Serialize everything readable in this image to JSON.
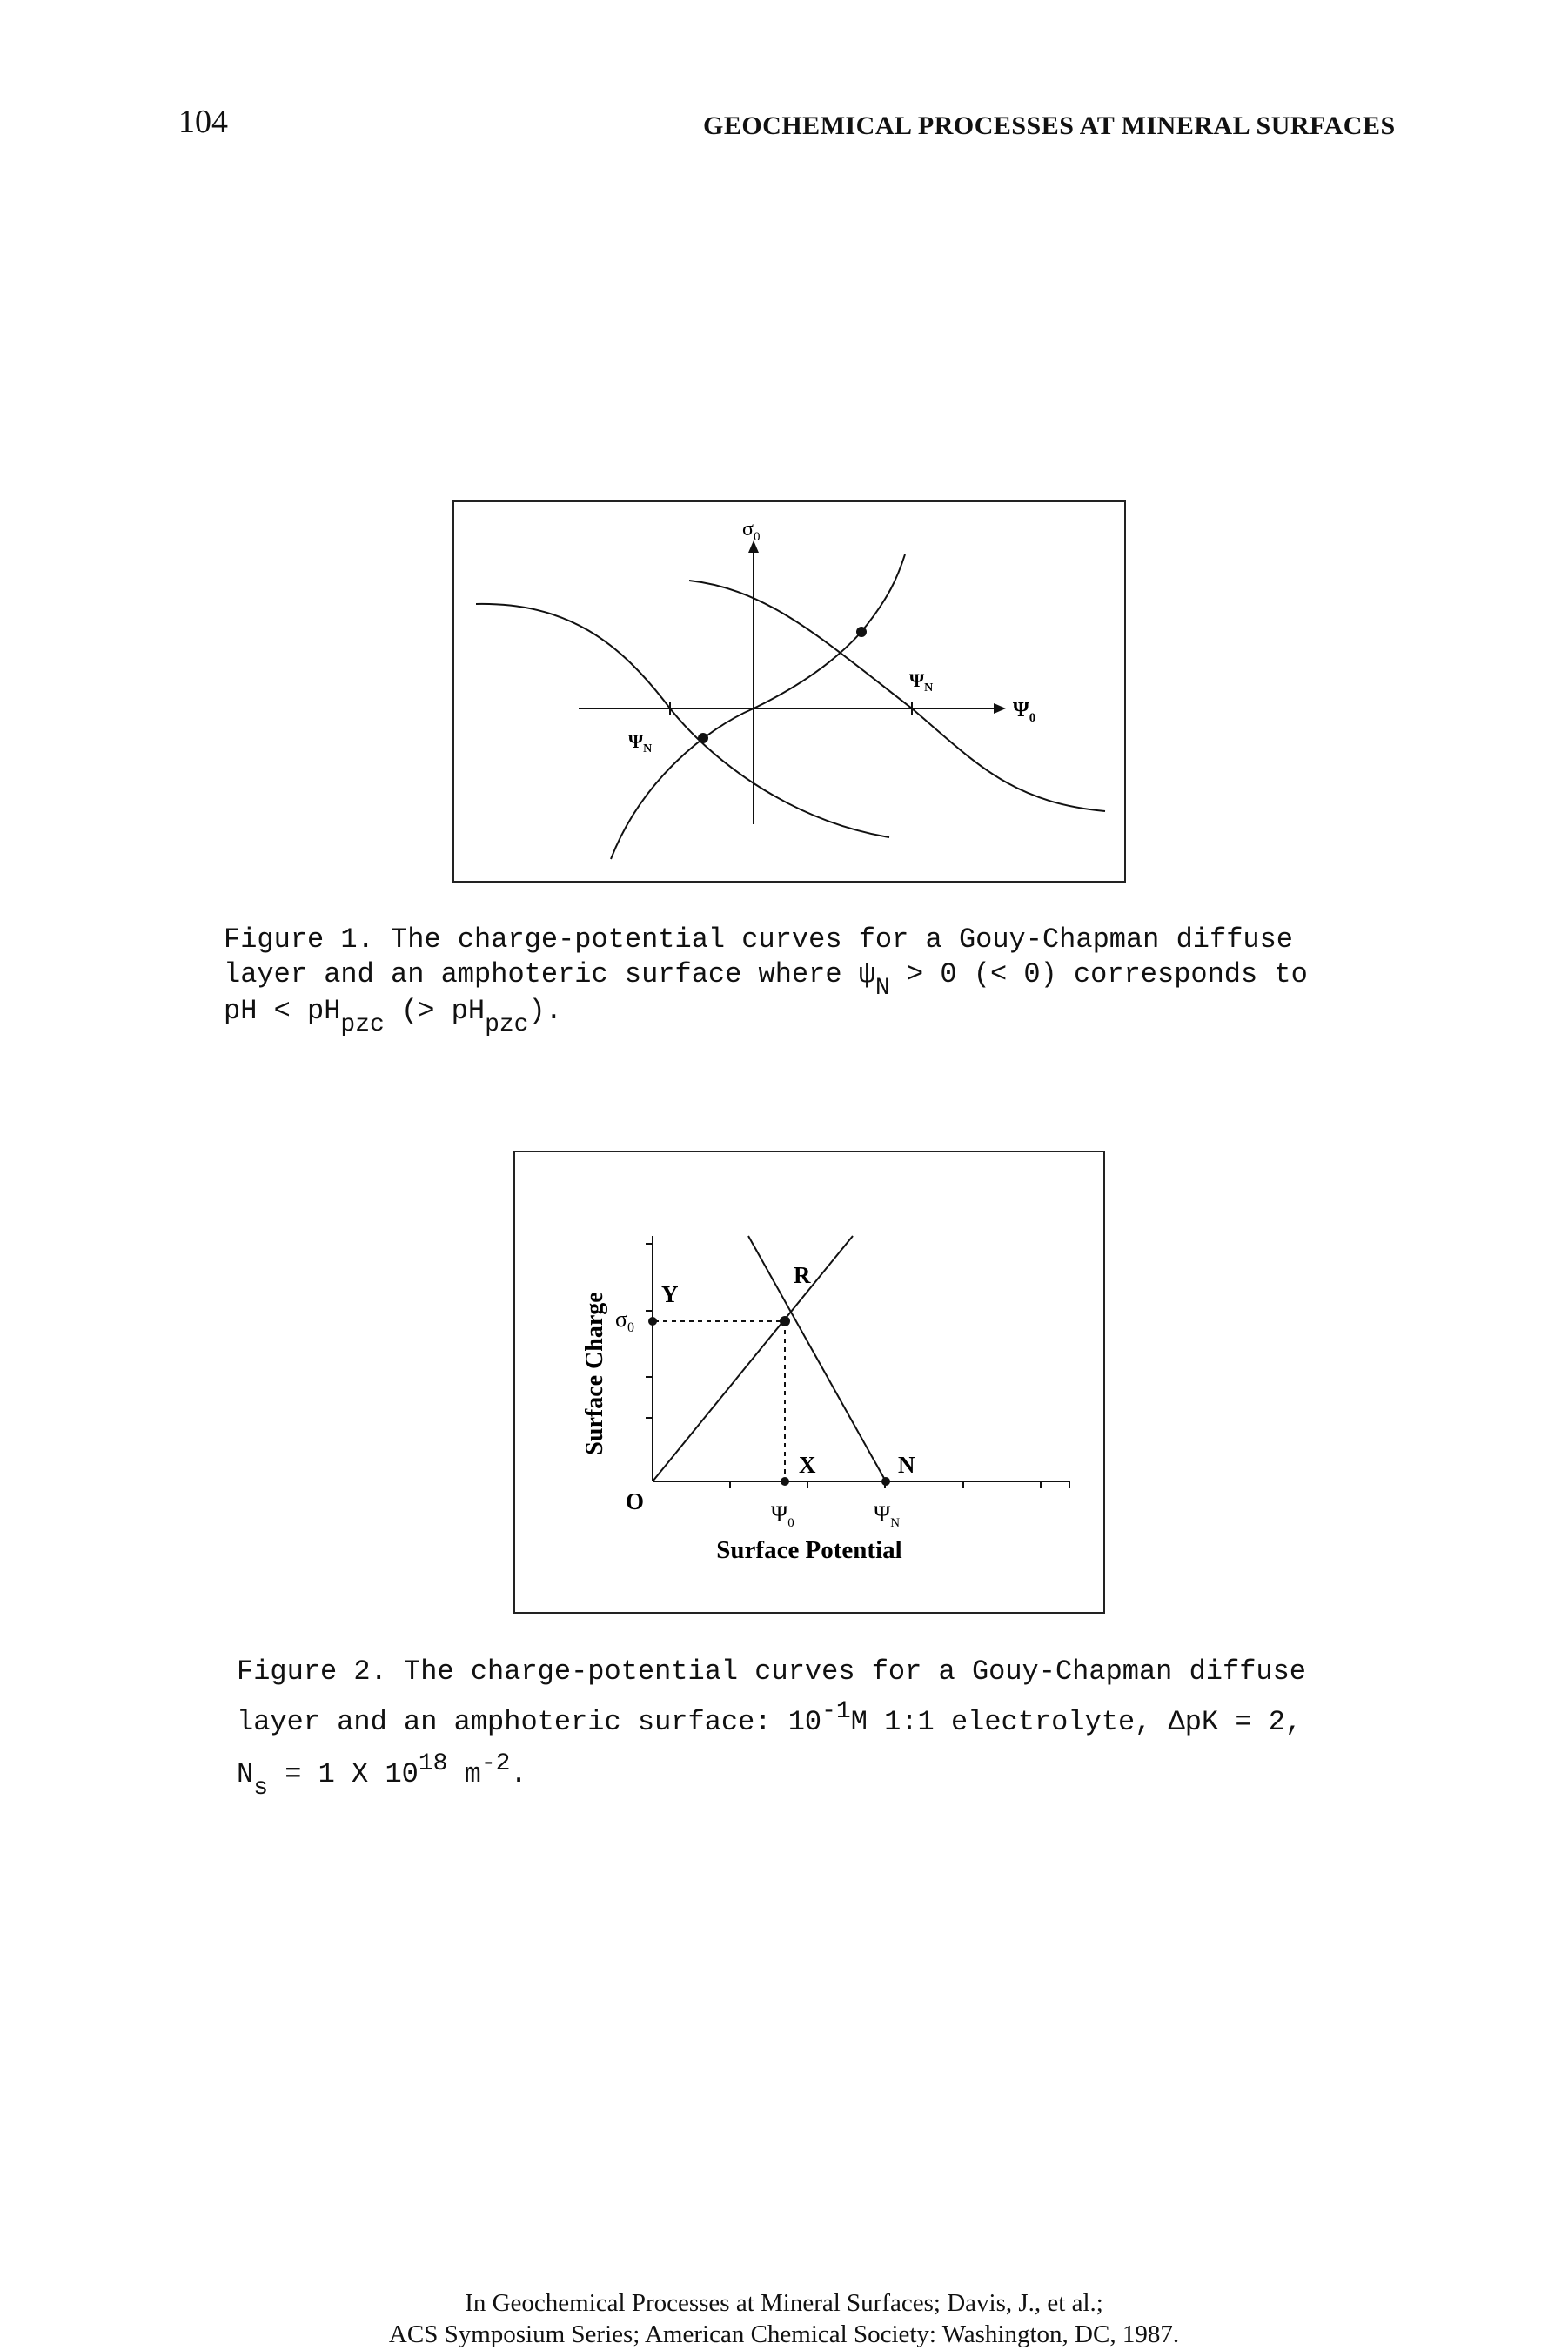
{
  "header": {
    "page_number": "104",
    "running_head": "GEOCHEMICAL PROCESSES AT MINERAL SURFACES"
  },
  "figure1": {
    "y_axis_label": "σ",
    "y_axis_label_sub": "0",
    "x_axis_label": "Ψ",
    "x_axis_label_sub": "0",
    "label_psi_n_right": "Ψ",
    "label_psi_n_right_sub": "N",
    "label_psi_n_left": "Ψ",
    "label_psi_n_left_sub": "N",
    "caption": {
      "line1": "Figure 1. The charge-potential curves for a Gouy-Chapman diffuse",
      "line2_a": "layer and an amphoteric surface where ",
      "line2_psi": "ψ",
      "line2_psi_sub": "N",
      "line2_b": " > 0 (< 0) corresponds to",
      "line3_a": "pH < pH",
      "line3_sub1": "pzc",
      "line3_b": " (> pH",
      "line3_sub2": "pzc",
      "line3_c": ")."
    }
  },
  "figure2": {
    "y_axis_title": "Surface Charge",
    "x_axis_title": "Surface Potential",
    "origin_label": "O",
    "sigma_label": "σ",
    "sigma_sub": "0",
    "label_Y": "Y",
    "label_R": "R",
    "label_X": "X",
    "label_N": "N",
    "psi0_label": "Ψ",
    "psi0_sub": "0",
    "psiN_label": "Ψ",
    "psiN_sub": "N",
    "caption": {
      "line1": "Figure 2. The charge-potential curves for a Gouy-Chapman diffuse",
      "line2_a": "layer and an amphoteric surface: 10",
      "line2_sup": "-1",
      "line2_b": "M 1:1 electrolyte, ΔpK = 2,",
      "line3_a": "N",
      "line3_sub": "s",
      "line3_b": " = 1 X 10",
      "line3_sup1": "18",
      "line3_c": " m",
      "line3_sup2": "-2",
      "line3_d": "."
    }
  },
  "footer": {
    "line1": "In Geochemical Processes at Mineral Surfaces; Davis, J., et al.;",
    "line2": "ACS Symposium Series; American Chemical Society: Washington, DC, 1987."
  }
}
